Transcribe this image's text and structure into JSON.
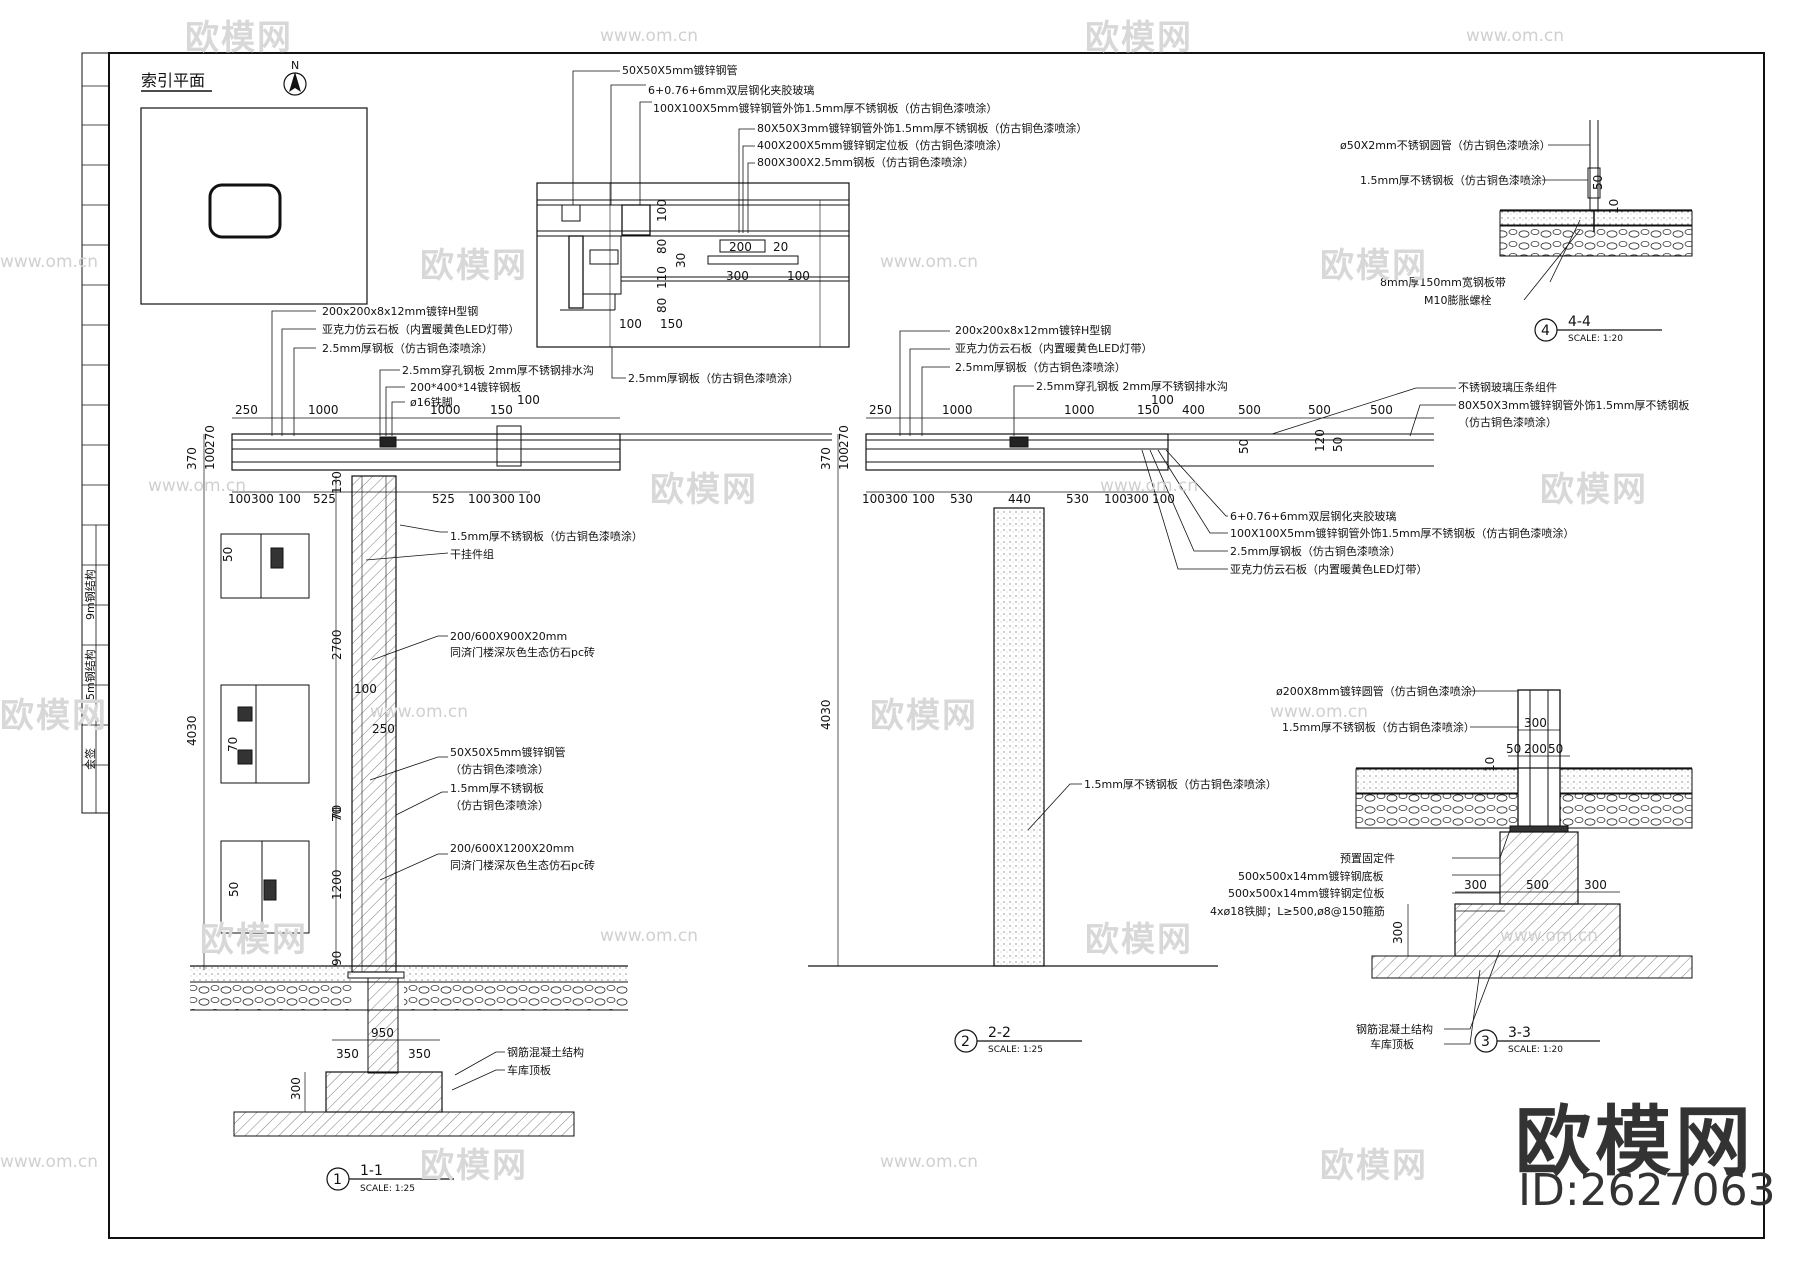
{
  "watermark": {
    "brand": "欧模网",
    "url": "www.om.cn",
    "logo_large": "欧模网",
    "id_label": "ID:2627063"
  },
  "index_plan": {
    "title": "索引平面",
    "north": "N"
  },
  "title_strip": [
    "会签",
    "5m钢结构",
    "9m钢结构"
  ],
  "sections": [
    {
      "num": "1",
      "name": "1-1",
      "scale": "SCALE:  1:25"
    },
    {
      "num": "2",
      "name": "2-2",
      "scale": "SCALE:  1:25"
    },
    {
      "num": "3",
      "name": "3-3",
      "scale": "SCALE:  1:20"
    },
    {
      "num": "4",
      "name": "4-4",
      "scale": "SCALE:  1:20"
    }
  ],
  "detail_top": {
    "labels": [
      "50X50X5mm镀锌钢管",
      "6+0.76+6mm双层钢化夹胶玻璃",
      "100X100X5mm镀锌钢管外饰1.5mm厚不锈钢板（仿古铜色漆喷涂）",
      "80X50X3mm镀锌钢管外饰1.5mm厚不锈钢板（仿古铜色漆喷涂）",
      "400X200X5mm镀锌钢定位板（仿古铜色漆喷涂）",
      "800X300X2.5mm钢板（仿古铜色漆喷涂）",
      "2.5mm厚钢板（仿古铜色漆喷涂）"
    ],
    "dims": [
      "100",
      "80",
      "110",
      "30",
      "80",
      "200",
      "20",
      "300",
      "100",
      "100",
      "150"
    ]
  },
  "section1": {
    "labels": [
      "200x200x8x12mm镀锌H型钢",
      "亚克力仿云石板（内置暖黄色LED灯带）",
      "2.5mm厚钢板（仿古铜色漆喷涂）",
      "2.5mm穿孔钢板 2mm厚不锈钢排水沟",
      "200*400*14镀锌钢板",
      "ø16铁脚",
      "1.5mm厚不锈钢板（仿古铜色漆喷涂）",
      "干挂件组",
      "200/600X900X20mm",
      "同済门楼深灰色生态仿石pc砖",
      "50X50X5mm镀锌钢管",
      "（仿古铜色漆喷涂）",
      "1.5mm厚不锈钢板",
      "（仿古铜色漆喷涂）",
      "200/600X1200X20mm",
      "同済门楼深灰色生态仿石pc砖",
      "钢筋混凝土结构",
      "车库顶板"
    ],
    "dims_top": [
      "250",
      "1000",
      "1000",
      "100",
      "150"
    ],
    "dims_bottom": [
      "100",
      "300",
      "100",
      "525",
      "525",
      "100",
      "300",
      "100"
    ],
    "dims_left": [
      "370",
      "100",
      "270",
      "4030"
    ],
    "dims_col": [
      "130",
      "2700",
      "100",
      "250",
      "70",
      "1200",
      "70",
      "90"
    ],
    "dims_side": [
      "50",
      "70",
      "50"
    ],
    "dims_found": [
      "350",
      "950",
      "350",
      "300"
    ]
  },
  "section2": {
    "labels": [
      "200x200x8x12mm镀锌H型钢",
      "亚克力仿云石板（内置暖黄色LED灯带）",
      "2.5mm厚钢板（仿古铜色漆喷涂）",
      "2.5mm穿孔钢板 2mm厚不锈钢排水沟",
      "不锈钢玻璃压条组件",
      "80X50X3mm镀锌钢管外饰1.5mm厚不锈钢板",
      "（仿古铜色漆喷涂）",
      "6+0.76+6mm双层钢化夹胶玻璃",
      "100X100X5mm镀锌钢管外饰1.5mm厚不锈钢板（仿古铜色漆喷涂）",
      "2.5mm厚钢板（仿古铜色漆喷涂）",
      "亚克力仿云石板（内置暖黄色LED灯带）",
      "1.5mm厚不锈钢板（仿古铜色漆喷涂）"
    ],
    "dims_top": [
      "250",
      "1000",
      "1000",
      "150",
      "100",
      "400",
      "500",
      "500",
      "500"
    ],
    "dims_bottom": [
      "100",
      "300",
      "100",
      "530",
      "440",
      "530",
      "100",
      "300",
      "100"
    ],
    "dims_left": [
      "370",
      "100",
      "270",
      "4030"
    ],
    "dims_small": [
      "50",
      "120",
      "50"
    ]
  },
  "section3": {
    "labels": [
      "ø200X8mm镀锌圆管（仿古铜色漆喷涂）",
      "1.5mm厚不锈钢板（仿古铜色漆喷涂）",
      "预置固定件",
      "500x500x14mm镀锌钢底板",
      "500x500x14mm镀锌钢定位板",
      "4xø18铁脚；L≥500,ø8@150箍筋",
      "钢筋混凝土结构",
      "车库顶板"
    ],
    "dims": [
      "300",
      "50",
      "200",
      "50",
      "10",
      "300",
      "500",
      "300",
      "300"
    ]
  },
  "section4": {
    "labels": [
      "ø50X2mm不锈钢圆管（仿古铜色漆喷涂）",
      "1.5mm厚不锈钢板（仿古铜色漆喷涂）",
      "8mm厚150mm宽钢板带",
      "M10膨胀螺栓"
    ],
    "dims": [
      "10",
      "50"
    ]
  }
}
